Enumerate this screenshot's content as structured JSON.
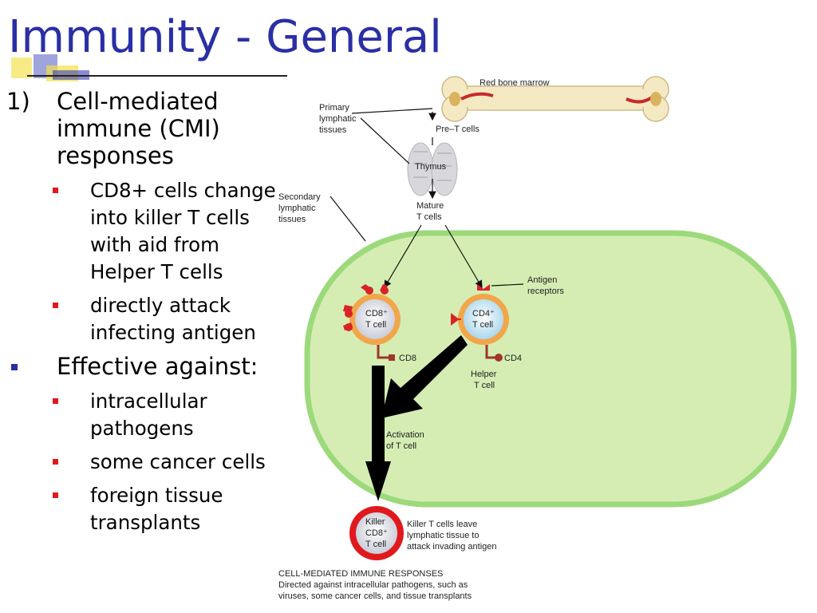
{
  "title": "Immunity - General",
  "colors": {
    "title": "#2a2fa5",
    "bullet_l1": "#2a2fa5",
    "bullet_l2": "#e0191e",
    "lymph_fill": "#d5edb3",
    "lymph_border": "#9cd97b",
    "killer_ring": "#e0191e"
  },
  "bullets": {
    "item1": {
      "number": "1)",
      "text": "Cell-mediated immune (CMI) responses",
      "sub": [
        "CD8+ cells change into killer T cells with aid from Helper T cells",
        "directly attack infecting antigen"
      ]
    },
    "item2": {
      "text": "Effective against:",
      "sub": [
        "intracellular pathogens",
        "some cancer cells",
        "foreign tissue transplants"
      ]
    }
  },
  "diagram": {
    "red_bone_marrow": "Red bone marrow",
    "primary": [
      "Primary",
      "lymphatic",
      "tissues"
    ],
    "pre_t": "Pre–T cells",
    "thymus": "Thymus",
    "secondary": [
      "Secondary",
      "lymphatic",
      "tissues"
    ],
    "mature": [
      "Mature",
      "T cells"
    ],
    "antigen_receptors": [
      "Antigen",
      "receptors"
    ],
    "cd8_cell": [
      "CD8⁺",
      "T cell"
    ],
    "cd4_cell": [
      "CD4⁺",
      "T cell"
    ],
    "cd8": "CD8",
    "cd4": "CD4",
    "helper": [
      "Helper",
      "T cell"
    ],
    "activation": [
      "Activation",
      "of T cell"
    ],
    "killer_cell": [
      "Killer",
      "CD8⁺",
      "T cell"
    ],
    "killer_note": [
      "Killer T cells leave",
      "lymphatic tissue to",
      "attack invading antigen"
    ],
    "caption_title": "CELL-MEDIATED IMMUNE RESPONSES",
    "caption": [
      "Directed against intracellular pathogens, such as",
      "viruses, some cancer cells, and tissue transplants"
    ]
  }
}
